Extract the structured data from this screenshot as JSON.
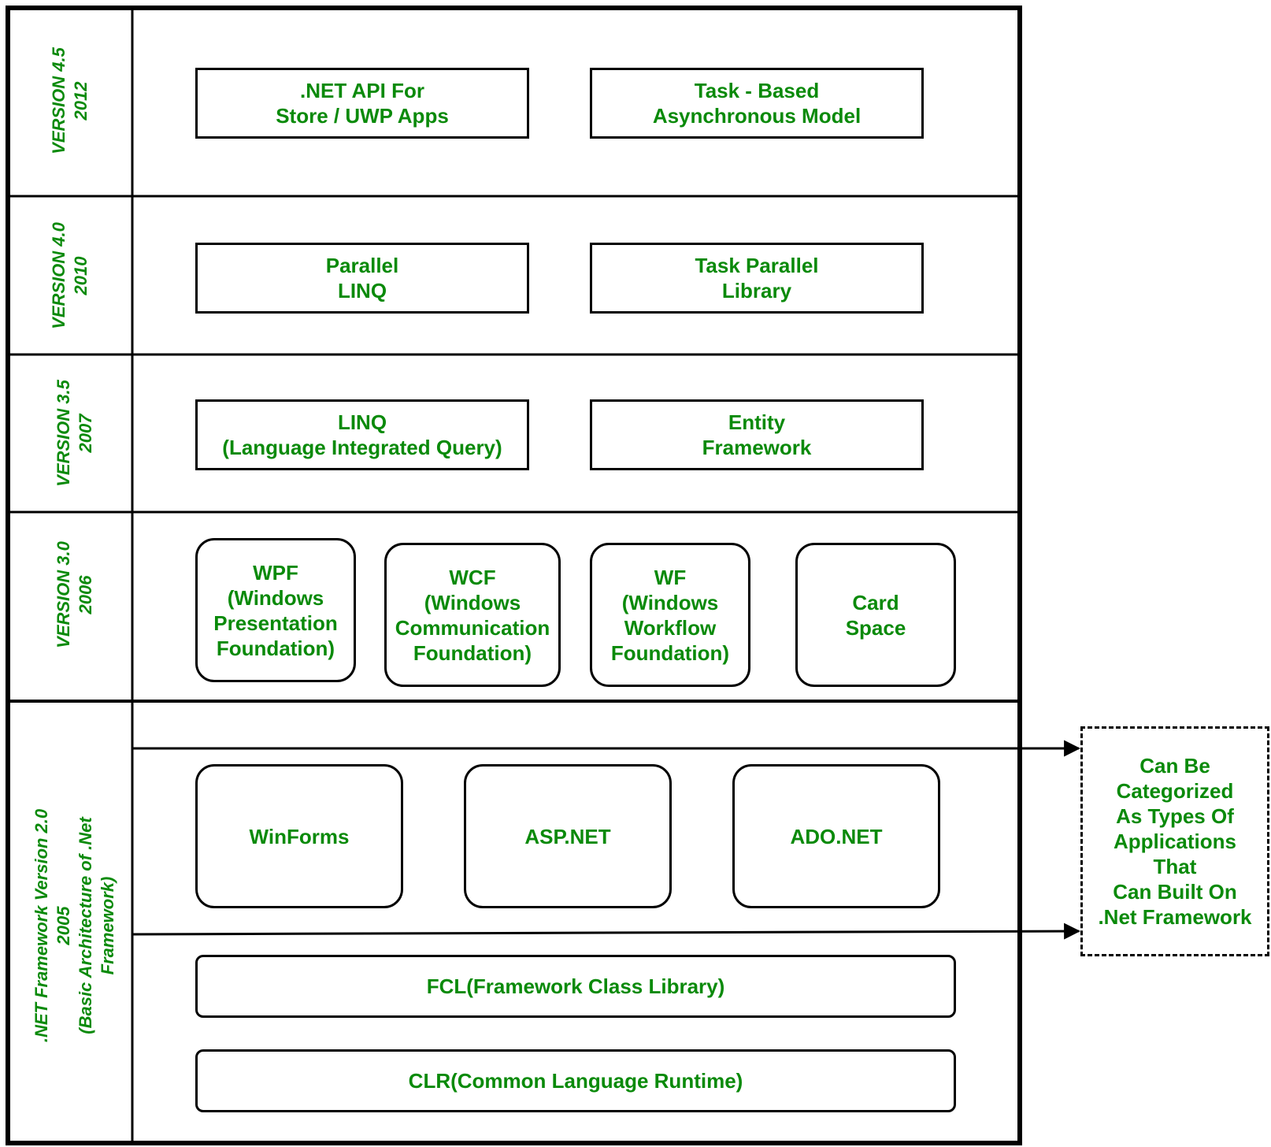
{
  "colors": {
    "text": "#0a8a0a",
    "lines": "#000000"
  },
  "rows": {
    "v45": {
      "label": "VERSION 4.5\n2012",
      "left_box": ".NET API For\nStore / UWP Apps",
      "right_box": "Task - Based\nAsynchronous Model"
    },
    "v40": {
      "label": "VERSION 4.0\n2010",
      "left_box": "Parallel\nLINQ",
      "right_box": "Task Parallel\nLibrary"
    },
    "v35": {
      "label": "VERSION 3.5\n2007",
      "left_box": "LINQ\n(Language Integrated Query)",
      "right_box": "Entity\nFramework"
    },
    "v30": {
      "label": "VERSION 3.0\n2006",
      "boxes": [
        "WPF\n(Windows\nPresentation\nFoundation)",
        "WCF\n(Windows\nCommunication\nFoundation)",
        "WF\n(Windows\nWorkflow\nFoundation)",
        "Card\nSpace"
      ]
    },
    "v20": {
      "label": ".NET Framework Version 2.0\n2005\n(Basic Architecture of .Net\nFramework)",
      "app_boxes": [
        "WinForms",
        "ASP.NET",
        "ADO.NET"
      ],
      "fcl": "FCL(Framework Class Library)",
      "clr": "CLR(Common Language Runtime)"
    }
  },
  "side_note": "Can Be\nCategorized\nAs Types Of\nApplications\nThat\nCan Built On\n.Net Framework"
}
